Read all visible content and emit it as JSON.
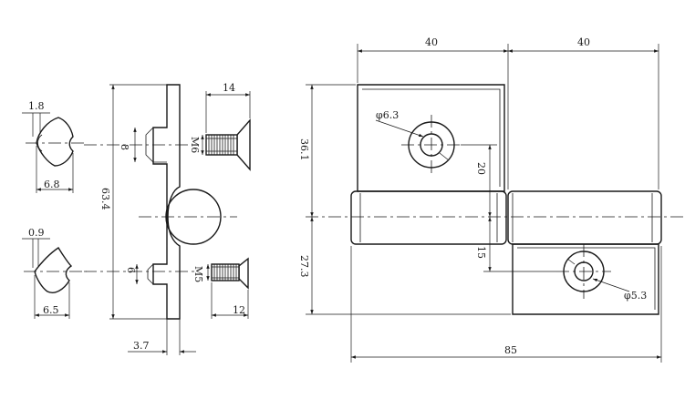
{
  "drawing": {
    "dims": {
      "d1_8": "1.8",
      "d6_8": "6.8",
      "d0_9": "0.9",
      "d6_5": "6.5",
      "d8": "8",
      "d6": "6",
      "d63_4": "63.4",
      "d3_7": "3.7",
      "d14": "14",
      "d12": "12",
      "m6": "M6",
      "m5": "M5",
      "d40a": "40",
      "d40b": "40",
      "d36_1": "36.1",
      "d27_3": "27.3",
      "d20": "20",
      "d15": "15",
      "d85": "85",
      "phi6_3": "φ6.3",
      "phi5_3": "φ5.3"
    }
  }
}
